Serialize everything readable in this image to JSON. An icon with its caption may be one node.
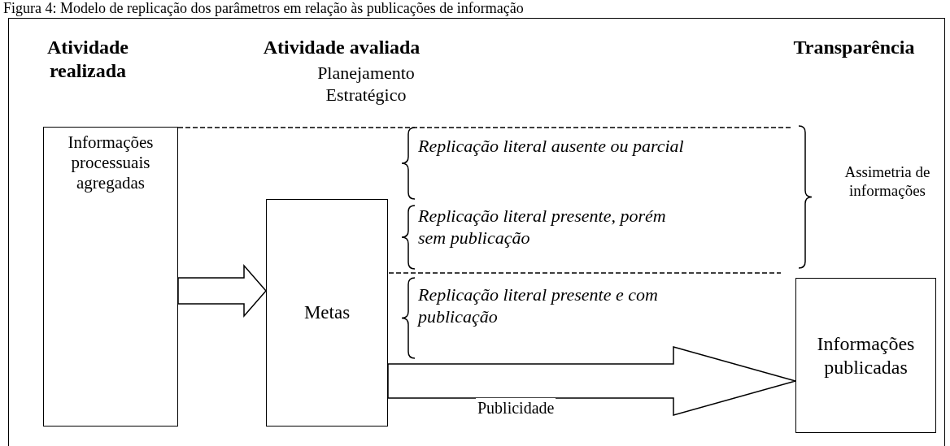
{
  "diagram": {
    "title": "Figura 4: Modelo de replicação dos parâmetros em relação às publicações de informação",
    "nodes": [
      {
        "text": [
          "Informações processuais agregadas"
        ]
      },
      {
        "text": [
          "Metas"
        ]
      },
      {
        "text": [
          "Informações publicadas"
        ]
      }
    ],
    "edges": [
      {
        "from": 0,
        "to": 1,
        "arrow": "to"
      },
      {
        "from": 1,
        "to": 2,
        "arrow": "to",
        "label": "Publicidade"
      }
    ],
    "labels": [
      "Atividade realizada",
      "Atividade avaliada",
      "Planejamento Estratégico",
      "Transparência",
      "Replicação literal ausente ou parcial",
      "Replicação literal presente, porém sem publicação",
      "Replicação literal presente e com publicação",
      "Assimetria de informações"
    ]
  }
}
